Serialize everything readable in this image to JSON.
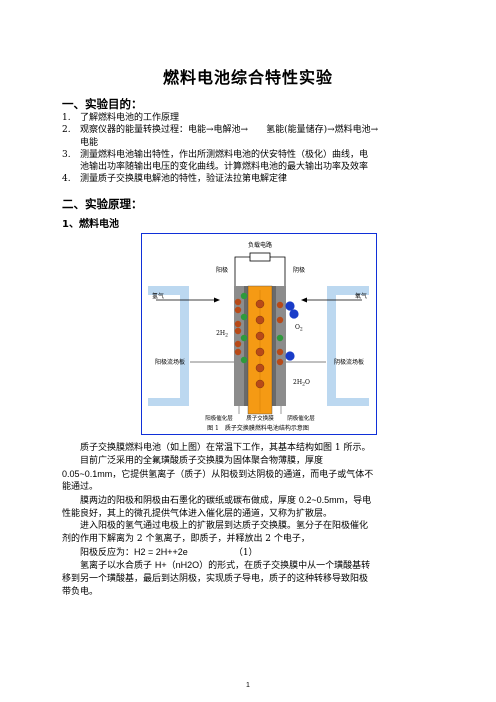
{
  "title": "燃料电池综合特性实验",
  "section1": {
    "heading": "一、实验目的：",
    "items": [
      {
        "num": "1.",
        "text": "了解燃料电池的工作原理"
      },
      {
        "num": "2.",
        "line1": "观察仪器的能量转换过程：电能→电解池→　　氢能(能量储存)→燃料电池→",
        "line2": "电能"
      },
      {
        "num": "3.",
        "line1": "测量燃料电池输出特性，作出所测燃料电池的伏安特性（极化）曲线，电",
        "line2": "池输出功率随输出电压的变化曲线。计算燃料电池的最大输出功率及效率"
      },
      {
        "num": "4.",
        "text": "测量质子交换膜电解池的特性，验证法拉第电解定律"
      }
    ]
  },
  "section2": {
    "heading": "二、实验原理：",
    "sub": "1、燃料电池"
  },
  "figure": {
    "load": "负载电路",
    "anode": "阳极",
    "cathode": "阴极",
    "hydrogen": "氢气",
    "oxygen_gas": "氧气",
    "o2": "O",
    "o2_sub": "2",
    "h2": "2H",
    "h2_sub": "2",
    "h2o": "2H",
    "h2o_sub": "2",
    "h2o_end": "O",
    "anode_plate": "阳极流场板",
    "cathode_plate": "阴极流场板",
    "anode_catalyst": "阳极催化层",
    "membrane": "质子交换膜",
    "cathode_catalyst": "阴极催化层",
    "caption": "图 1　质子交换膜燃料电池结构示意图",
    "colors": {
      "frame": "#1030d8",
      "plate": "#bcd8f0",
      "membrane": "#f59a14",
      "electrode": "#8c8c8c",
      "h_atom": "#b84a18",
      "proton": "#2e9a3c",
      "o_atom": "#1a3cc8"
    }
  },
  "paragraphs": {
    "p1_l1": "质子交换膜燃料电池（如上图）在常温下工作，其基本结构如图 1 所示。",
    "p1_l2": "目前广泛采用的全氟璜酸质子交换膜为固体聚合物薄膜，厚度",
    "p1_l3a": "0.05~0.1mm",
    "p1_l3b": "，它提供氢离子（质子）从阳极到达阴极的通道，而电子或气体不",
    "p1_l4": "能通过。",
    "p2_l1a": "膜两边的阳极和阴极由石墨化的碳纸或碳布做成，厚度 ",
    "p2_l1b": "0.2~0.5mm",
    "p2_l1c": "，导电",
    "p2_l2": "性能良好，其上的微孔提供气体进入催化层的通道，又称为扩散层。",
    "p3_l1": "进入阳极的氢气通过电极上的扩散层到达质子交换膜。氢分子在阳极催化",
    "p3_l2": "剂的作用下解离为 2 个氢离子，即质子，并释放出 2 个电子，",
    "p4_a": "阳极反应为：",
    "p4_eq": "H2 = 2H++2e",
    "p4_num": "（1）",
    "p5_l1a": "氢离子以水合质子 ",
    "p5_l1b": "H+（nH2O）",
    "p5_l1c": "的形式，在质子交换膜中从一个璜酸基转",
    "p5_l2": "移到另一个璜酸基，最后到达阴极，实现质子导电，质子的这种转移导致阳极",
    "p5_l3": "带负电。"
  },
  "page_number": "1"
}
